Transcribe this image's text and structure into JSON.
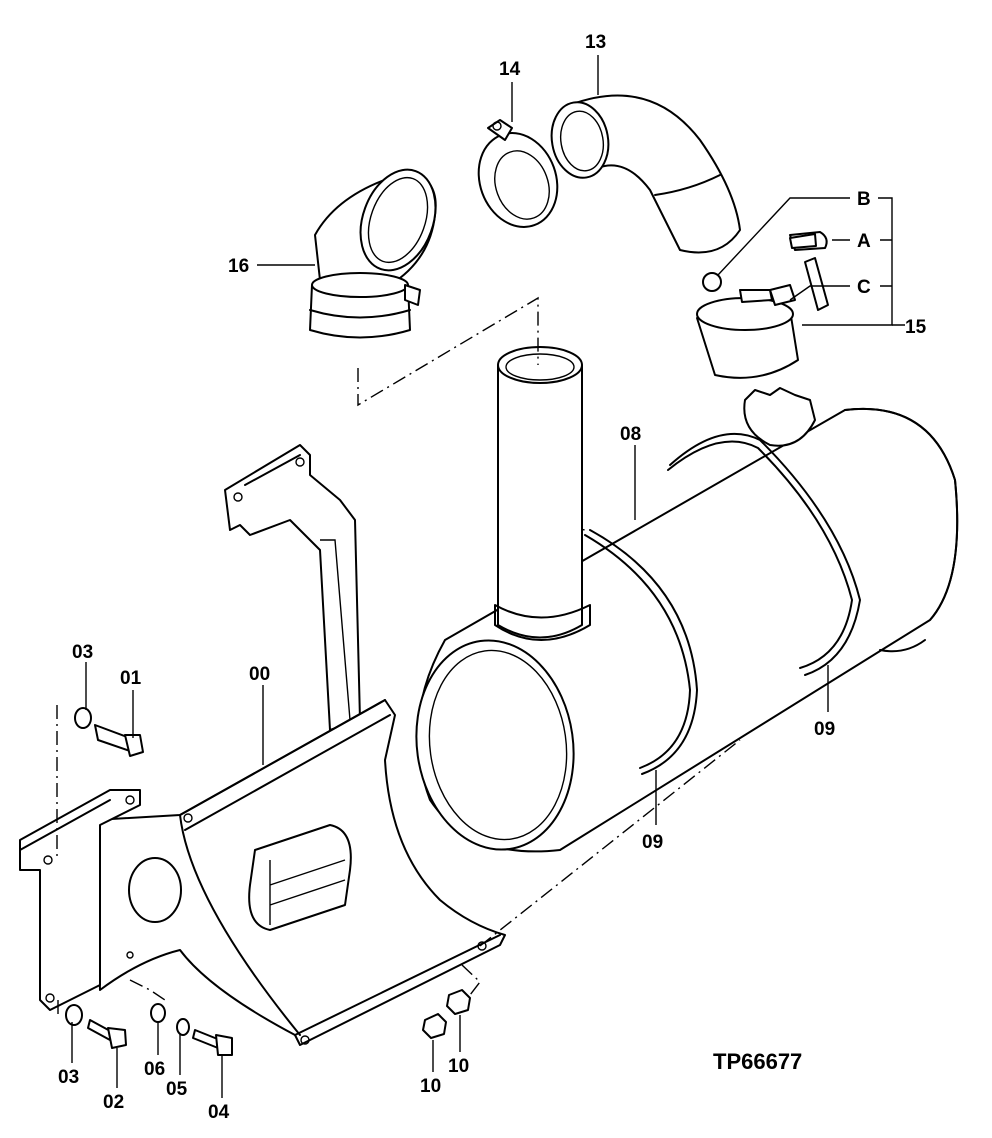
{
  "figure": {
    "reference": "TP66677",
    "callouts": {
      "c00": "00",
      "c01": "01",
      "c02": "02",
      "c03a": "03",
      "c03b": "03",
      "c04": "04",
      "c05": "05",
      "c06": "06",
      "c08": "08",
      "c09a": "09",
      "c09b": "09",
      "c10a": "10",
      "c10b": "10",
      "c13": "13",
      "c14": "14",
      "c15": "15",
      "c16": "16",
      "cA": "A",
      "cB": "B",
      "cC": "C"
    }
  }
}
